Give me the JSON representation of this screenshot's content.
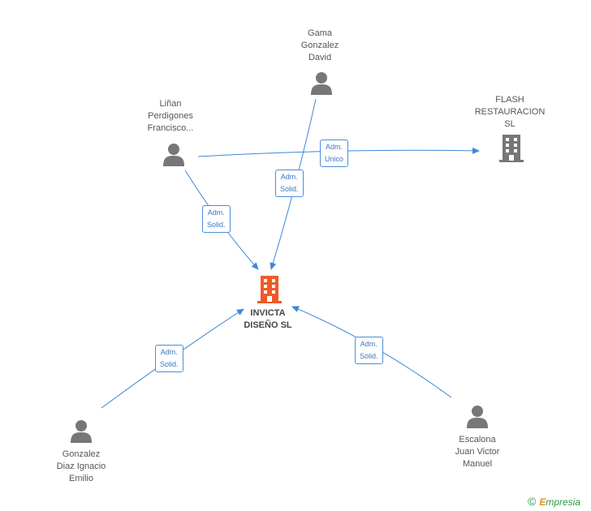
{
  "nodes": {
    "gama": {
      "lines": [
        "Gama",
        "Gonzalez",
        "David"
      ]
    },
    "linan": {
      "lines": [
        "Liñan",
        "Perdigones",
        "Francisco..."
      ]
    },
    "flash": {
      "lines": [
        "FLASH",
        "RESTAURACION",
        "SL"
      ]
    },
    "invicta": {
      "lines": [
        "INVICTA",
        "DISEÑO SL"
      ]
    },
    "gonzalez": {
      "lines": [
        "Gonzalez",
        "Diaz Ignacio",
        "Emilio"
      ]
    },
    "escalona": {
      "lines": [
        "Escalona",
        "Juan Victor",
        "Manuel"
      ]
    }
  },
  "edges": {
    "linan_flash": [
      "Adm.",
      "Unico"
    ],
    "gama_invicta": [
      "Adm.",
      "Solid."
    ],
    "linan_invicta": [
      "Adm.",
      "Solid."
    ],
    "gonzalez_invicta": [
      "Adm.",
      "Solid."
    ],
    "escalona_invicta": [
      "Adm.",
      "Solid."
    ]
  },
  "colors": {
    "edge": "#3d87d8",
    "person_icon": "#777777",
    "company_icon": "#777777",
    "main_company_icon": "#f05a28"
  },
  "footer": {
    "copyright": "©",
    "brand_first": "E",
    "brand_rest": "mpresia"
  }
}
